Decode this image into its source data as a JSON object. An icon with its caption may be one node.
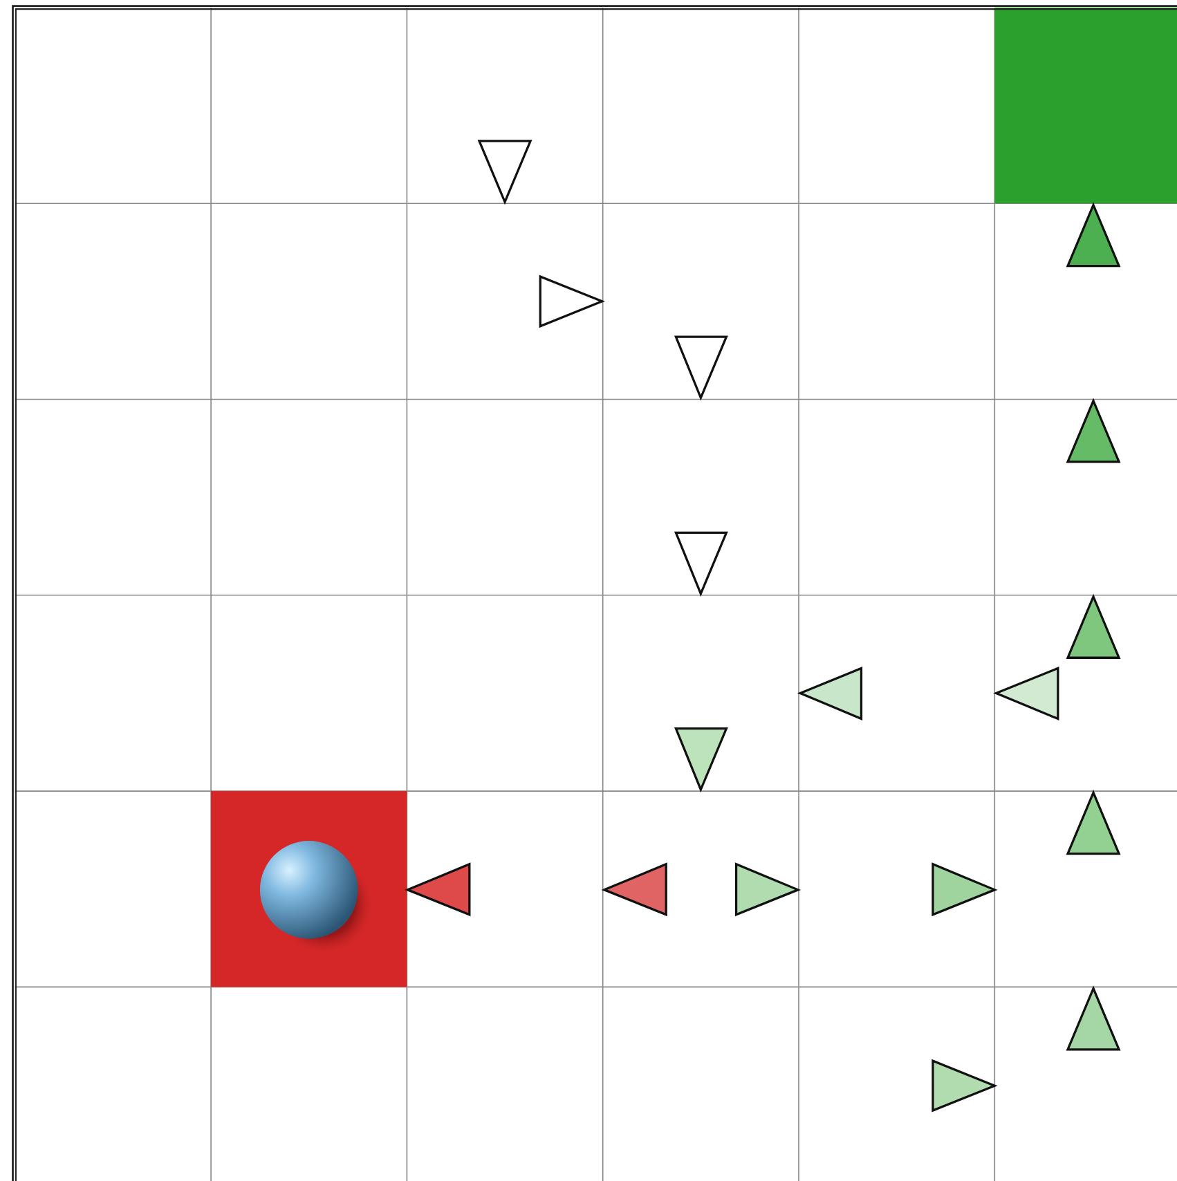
{
  "diagram": {
    "nodes": [
      {
        "text": [],
        "shape": "box"
      },
      {
        "text": [],
        "shape": "box"
      },
      {
        "text": [],
        "shape": "circle",
        "in": 1
      }
    ]
  }
}
